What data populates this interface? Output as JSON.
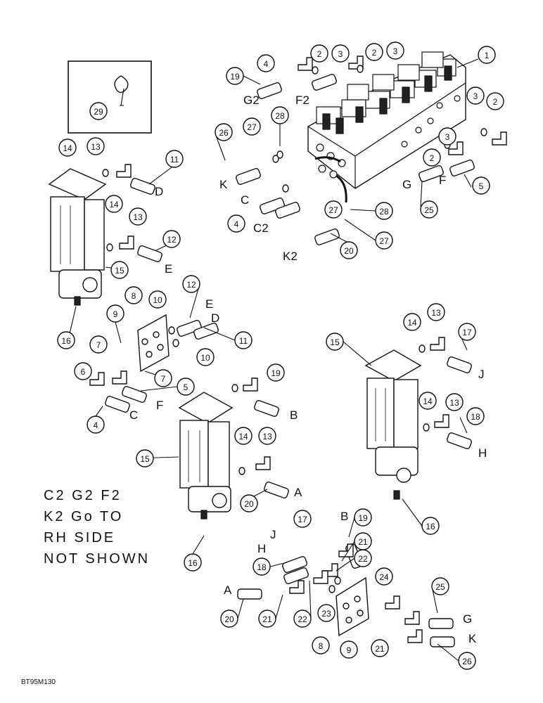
{
  "callouts": [
    {
      "n": "1"
    },
    {
      "n": "2"
    },
    {
      "n": "3"
    },
    {
      "n": "2"
    },
    {
      "n": "3"
    },
    {
      "n": "4"
    },
    {
      "n": "19"
    },
    {
      "n": "3"
    },
    {
      "n": "2"
    },
    {
      "n": "3"
    },
    {
      "n": "2"
    },
    {
      "n": "27"
    },
    {
      "n": "28"
    },
    {
      "n": "26"
    },
    {
      "n": "5"
    },
    {
      "n": "25"
    },
    {
      "n": "28"
    },
    {
      "n": "27"
    },
    {
      "n": "27"
    },
    {
      "n": "4"
    },
    {
      "n": "20"
    },
    {
      "n": "29"
    },
    {
      "n": "14"
    },
    {
      "n": "13"
    },
    {
      "n": "11"
    },
    {
      "n": "14"
    },
    {
      "n": "13"
    },
    {
      "n": "12"
    },
    {
      "n": "15"
    },
    {
      "n": "12"
    },
    {
      "n": "8"
    },
    {
      "n": "10"
    },
    {
      "n": "9"
    },
    {
      "n": "11"
    },
    {
      "n": "16"
    },
    {
      "n": "10"
    },
    {
      "n": "7"
    },
    {
      "n": "6"
    },
    {
      "n": "7"
    },
    {
      "n": "5"
    },
    {
      "n": "4"
    },
    {
      "n": "19"
    },
    {
      "n": "14"
    },
    {
      "n": "13"
    },
    {
      "n": "15"
    },
    {
      "n": "20"
    },
    {
      "n": "16"
    },
    {
      "n": "14"
    },
    {
      "n": "13"
    },
    {
      "n": "17"
    },
    {
      "n": "15"
    },
    {
      "n": "14"
    },
    {
      "n": "13"
    },
    {
      "n": "18"
    },
    {
      "n": "16"
    },
    {
      "n": "17"
    },
    {
      "n": "19"
    },
    {
      "n": "21"
    },
    {
      "n": "18"
    },
    {
      "n": "22"
    },
    {
      "n": "24"
    },
    {
      "n": "25"
    },
    {
      "n": "20"
    },
    {
      "n": "21"
    },
    {
      "n": "22"
    },
    {
      "n": "23"
    },
    {
      "n": "8"
    },
    {
      "n": "9"
    },
    {
      "n": "21"
    },
    {
      "n": "26"
    }
  ],
  "port_letters": [
    {
      "t": "G2"
    },
    {
      "t": "F2"
    },
    {
      "t": "K"
    },
    {
      "t": "C"
    },
    {
      "t": "C2"
    },
    {
      "t": "K2"
    },
    {
      "t": "G"
    },
    {
      "t": "F"
    },
    {
      "t": "D"
    },
    {
      "t": "E"
    },
    {
      "t": "E"
    },
    {
      "t": "D"
    },
    {
      "t": "C"
    },
    {
      "t": "F"
    },
    {
      "t": "B"
    },
    {
      "t": "A"
    },
    {
      "t": "J"
    },
    {
      "t": "H"
    },
    {
      "t": "B"
    },
    {
      "t": "J"
    },
    {
      "t": "H"
    },
    {
      "t": "A"
    },
    {
      "t": "G"
    },
    {
      "t": "K"
    }
  ],
  "note": {
    "line1": "C2  G2  F2",
    "line2": "K2  Go  TO",
    "line3": "RH  SIDE",
    "line4": "NOT  SHOWN"
  },
  "drawing_code": "BT95M130",
  "legend": {
    "c_g_f_to_rh_side": true
  }
}
